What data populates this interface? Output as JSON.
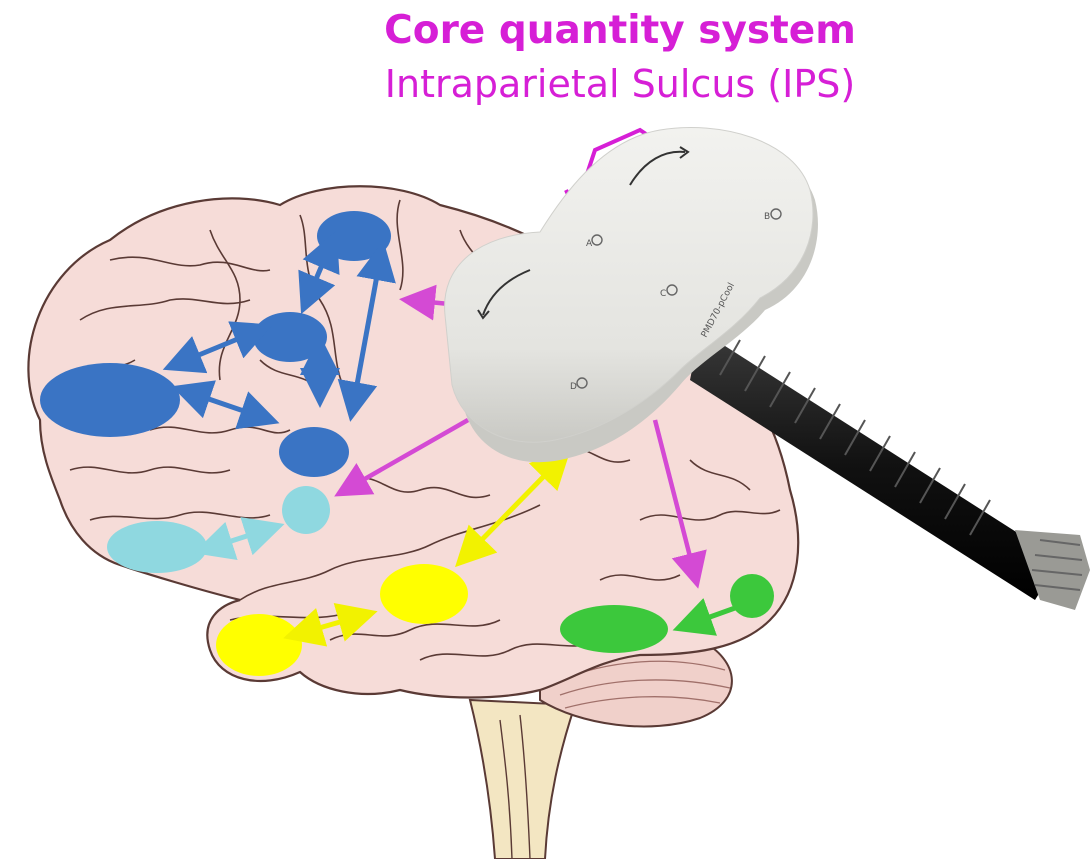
{
  "title": "Core quantity system",
  "subtitle": "Intraparietal Sulcus (IPS)",
  "device_label": "PMD70-pCool",
  "device_marks": [
    "A",
    "B",
    "C",
    "D"
  ],
  "colors": {
    "accent": "#d61fd6",
    "network_blue": "#3a74c4",
    "network_cyan": "#8fd8e0",
    "network_yellow": "#ffff00",
    "network_green": "#3cc83c",
    "brain_fill": "#f6dcd8",
    "brain_outline": "#5a3a35"
  }
}
